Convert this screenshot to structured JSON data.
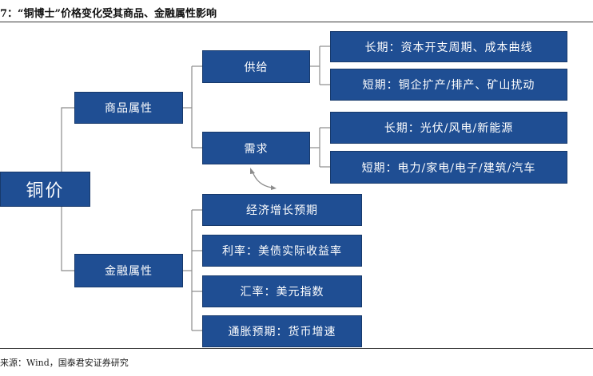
{
  "title": "7：“铜博士”价格变化受其商品、金融属性影响",
  "source": "来源：Wind，国泰君安证券研究",
  "root": "铜价",
  "commodity": {
    "label": "商品属性",
    "supply": {
      "label": "供给",
      "long": "长期：资本开支周期、成本曲线",
      "short": "短期：铜企扩产/排产、矿山扰动"
    },
    "demand": {
      "label": "需求",
      "long": "长期：光伏/风电/新能源",
      "short": "短期：电力/家电/电子/建筑/汽车"
    }
  },
  "financial": {
    "label": "金融属性",
    "items": [
      "经济增长预期",
      "利率：美债实际收益率",
      "汇率：美元指数",
      "通胀预期：货币增速"
    ]
  },
  "colors": {
    "box": "#1f4e93",
    "line": "#8c8c8c"
  }
}
